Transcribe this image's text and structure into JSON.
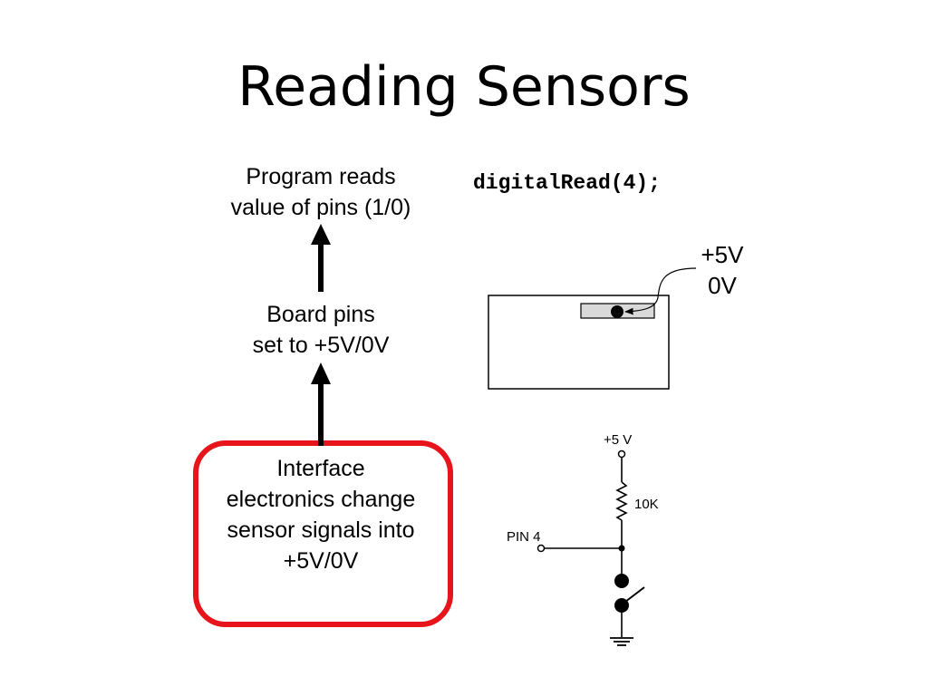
{
  "slide": {
    "title": "Reading Sensors"
  },
  "flow": {
    "program_line1": "Program reads",
    "program_line2": "value of pins (1/0)",
    "board_line1": "Board pins",
    "board_line2": "set to +5V/0V",
    "interface_line1": "Interface",
    "interface_line2": "electronics change",
    "interface_line3": "sensor signals into",
    "interface_line4": "+5V/0V"
  },
  "code": {
    "statement": "digitalRead(4);"
  },
  "board_diagram": {
    "high_label": "+5V",
    "low_label": "0V"
  },
  "circuit": {
    "supply_label": "+5 V",
    "resistor_label": "10K",
    "pin_label": "PIN 4"
  },
  "colors": {
    "interface_border": "#e8141b",
    "pin_header_fill": "#d9d9d9"
  },
  "icons": [
    "up-arrow-icon",
    "ground-icon",
    "switch-icon",
    "resistor-icon"
  ]
}
